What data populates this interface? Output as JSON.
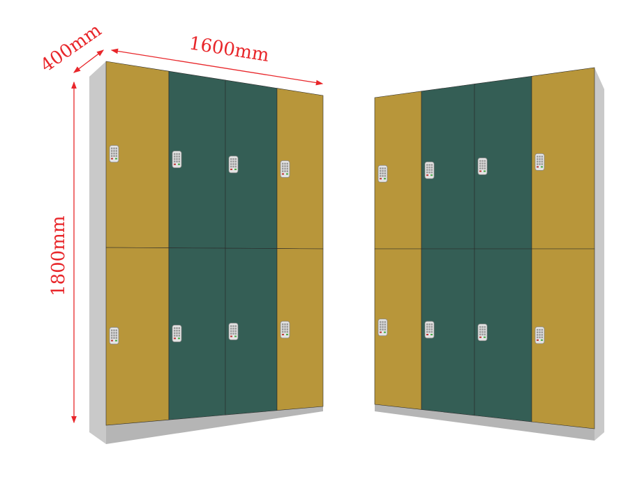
{
  "dimensions": {
    "depth": "400mm",
    "width": "1600mm",
    "height": "1800mm"
  },
  "colors": {
    "yellow": "#b8963a",
    "green": "#345e55",
    "side": "#c9c9c9",
    "plinth": "#b5b5b5",
    "dimension": "#e8262a"
  },
  "left_locker": {
    "columns": [
      "yellow",
      "green",
      "green",
      "yellow"
    ],
    "rows": 2
  },
  "right_locker": {
    "columns": [
      "yellow",
      "green",
      "green",
      "yellow"
    ],
    "rows": 2
  }
}
